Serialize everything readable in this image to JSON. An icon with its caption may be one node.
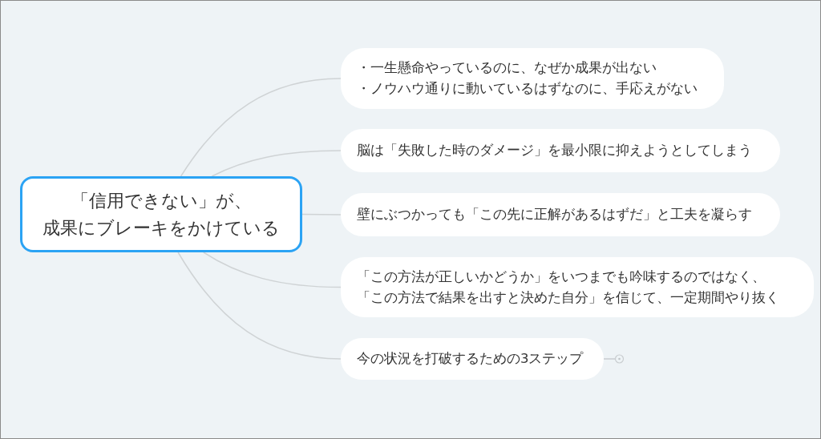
{
  "diagram": {
    "nodes": [
      {
        "text": [
          "「信用できない」が、成果にブレーキをかけている"
        ]
      },
      {
        "text": [
          "・一生懸命やっているのに、なぜか成果が出ない",
          "・ノウハウ通りに動いているはずなのに、手応えがない"
        ]
      },
      {
        "text": [
          "脳は「失敗した時のダメージ」を最小限に抑えようとしてしまう"
        ]
      },
      {
        "text": [
          "壁にぶつかっても「この先に正解があるはずだ」と工夫を凝らす"
        ]
      },
      {
        "text": [
          "「この方法が正しいかどうか」をいつまでも吟味するのではなく、「この方法で結果を出すと決めた自分」を信じて、一定期間やり抜く"
        ]
      },
      {
        "text": [
          "今の状況を打破するための3ステップ"
        ]
      }
    ],
    "edges": [
      {
        "from": 0,
        "to": 1,
        "arrow": "none"
      },
      {
        "from": 0,
        "to": 2,
        "arrow": "none"
      },
      {
        "from": 0,
        "to": 3,
        "arrow": "none"
      },
      {
        "from": 0,
        "to": 4,
        "arrow": "none"
      },
      {
        "from": 0,
        "to": 5,
        "arrow": "none"
      }
    ]
  }
}
